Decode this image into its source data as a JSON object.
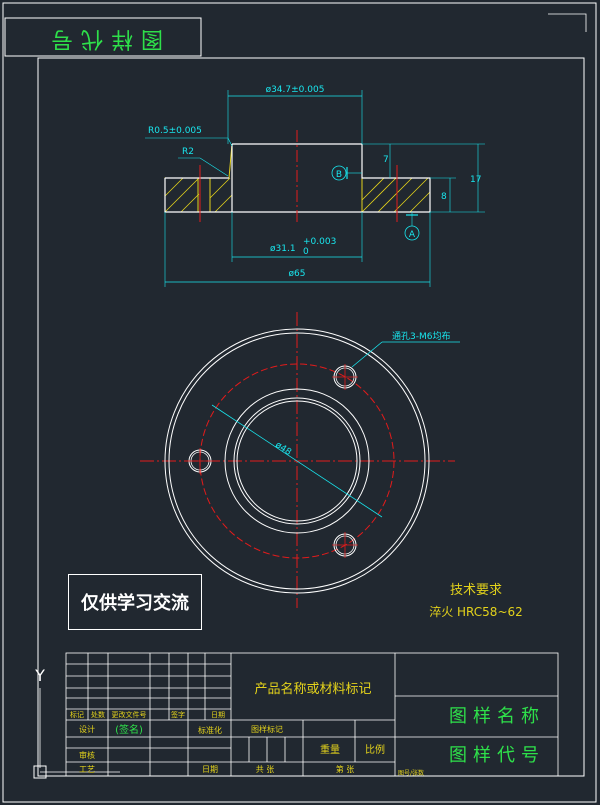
{
  "title_corner": "图样代号",
  "drawing_no_label": "图样代号",
  "drawing_name_label": "图样名称",
  "product_label": "产品名称或材料标记",
  "watermark": "仅供学习交流",
  "technical_requirements": {
    "heading": "技术要求",
    "line1": "淬火 HRC58~62"
  },
  "dimensions": {
    "d_top": "ø34.7±0.005",
    "radius_small": "R0.5±0.005",
    "radius_r2": "R2",
    "depth7": "7",
    "height17": "17",
    "height8": "8",
    "d_bore": "ø31.1",
    "tol_upper": "+0.003",
    "tol_lower": "0",
    "d_outer": "ø65",
    "pcd": "ø48",
    "holes_note": "通孔3-M6均布",
    "datum_a": "A",
    "datum_b": "B"
  },
  "title_block": {
    "header_cells": [
      "标记",
      "处数",
      "更改文件号",
      "签字",
      "日期"
    ],
    "row_design": [
      "设计",
      "(签名)",
      "标准化"
    ],
    "row_check": [
      "审核",
      "",
      ""
    ],
    "row_process": [
      "工艺",
      "",
      "日期"
    ],
    "stage_label": "图样标记",
    "weight_label": "重量",
    "scale_label": "比例",
    "sheets_total": "共  张",
    "sheet_no": "第  张",
    "footer_small": "图号/张数"
  },
  "axis_label": "Y",
  "colors": {
    "background": "#212830",
    "outline": "#ffffff",
    "center": "#e31b1b",
    "dimension": "#19e6ee",
    "hatch": "#e3d21b",
    "handwriting": "#2ee04a",
    "text_yellow": "#e3d21b"
  }
}
